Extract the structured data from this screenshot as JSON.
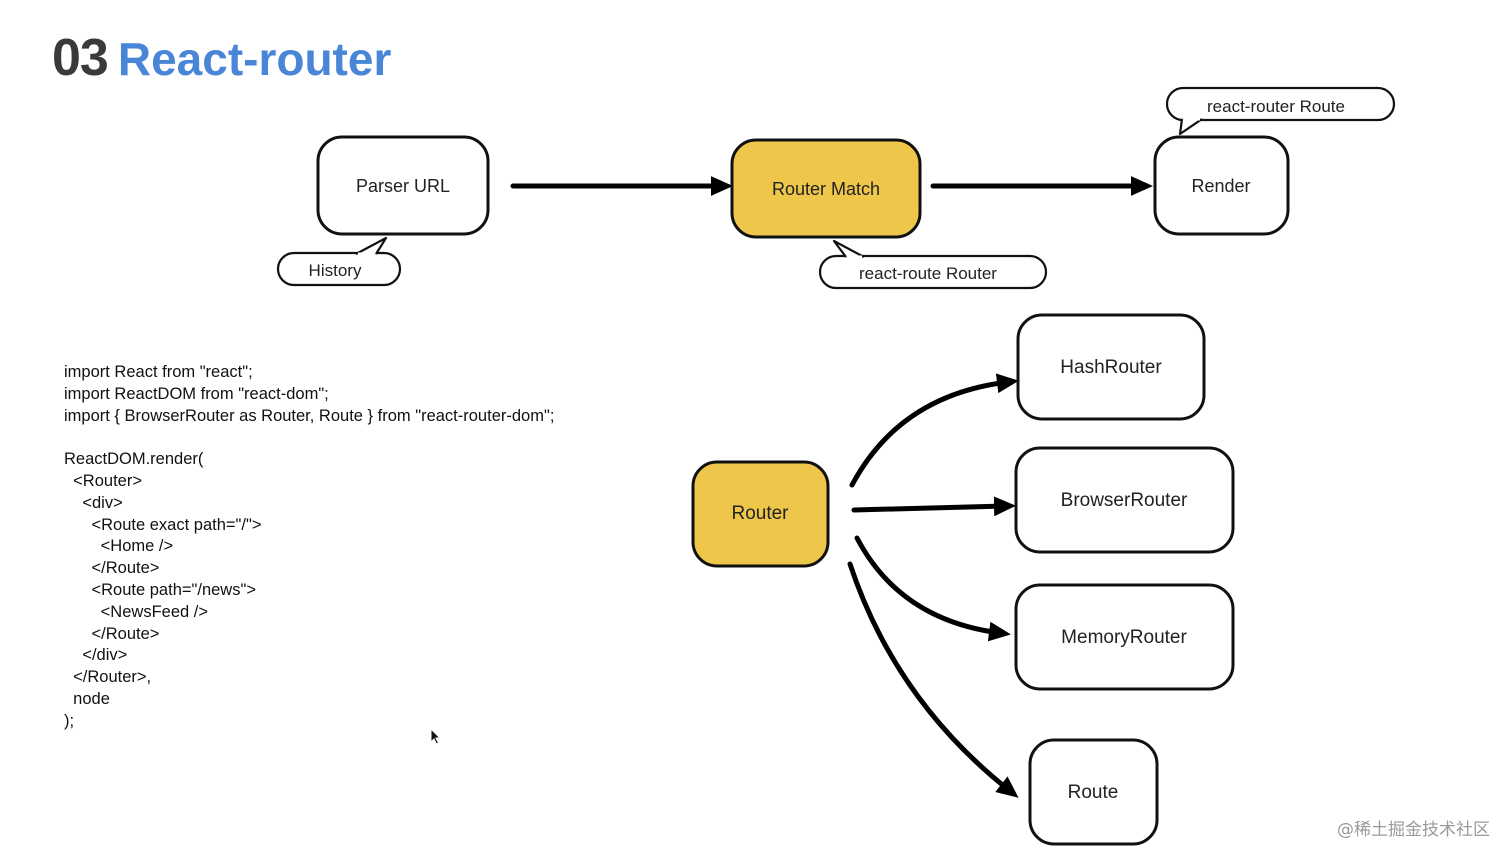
{
  "title": {
    "number": "03",
    "text": "React-router"
  },
  "top_flow": {
    "parser": "Parser URL",
    "history": "History",
    "match": "Router Match",
    "match_note": "react-route Router",
    "render": "Render",
    "render_note": "react-router Route"
  },
  "router_tree": {
    "root": "Router",
    "children": [
      "HashRouter",
      "BrowserRouter",
      "MemoryRouter",
      "Route"
    ]
  },
  "code_lines": [
    "import React from \"react\";",
    "import ReactDOM from \"react-dom\";",
    "import { BrowserRouter as Router, Route } from \"react-router-dom\";",
    "",
    "ReactDOM.render(",
    "  <Router>",
    "    <div>",
    "      <Route exact path=\"/\">",
    "        <Home />",
    "      </Route>",
    "      <Route path=\"/news\">",
    "        <NewsFeed />",
    "      </Route>",
    "    </div>",
    "  </Router>,",
    "  node",
    ");"
  ],
  "watermark": "@稀土掘金技术社区",
  "colors": {
    "title_blue": "#4a86d8",
    "highlight_yellow": "#eec64a"
  }
}
